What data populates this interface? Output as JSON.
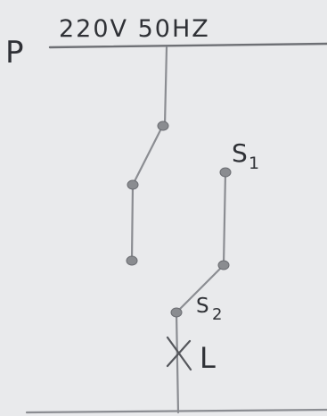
{
  "diagram": {
    "phase_label": "P",
    "supply_label": "220V 50HZ",
    "switch_1_label": "S",
    "switch_1_subscript": "1",
    "switch_2_label": "S",
    "switch_2_subscript": "2",
    "lamp_label": "L"
  }
}
